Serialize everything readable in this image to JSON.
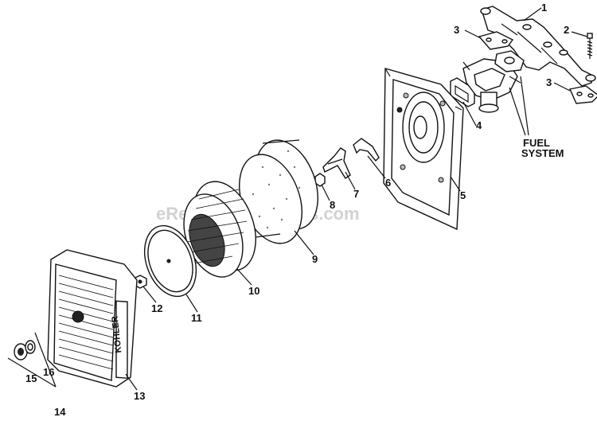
{
  "watermark": "eReplacementParts.com",
  "fuel_system_label": [
    "FUEL",
    "SYSTEM"
  ],
  "callouts": [
    "1",
    "2",
    "3",
    "3",
    "4",
    "5",
    "6",
    "7",
    "8",
    "9",
    "10",
    "11",
    "12",
    "13",
    "14",
    "15",
    "16"
  ],
  "brand_text": "KOHLER"
}
